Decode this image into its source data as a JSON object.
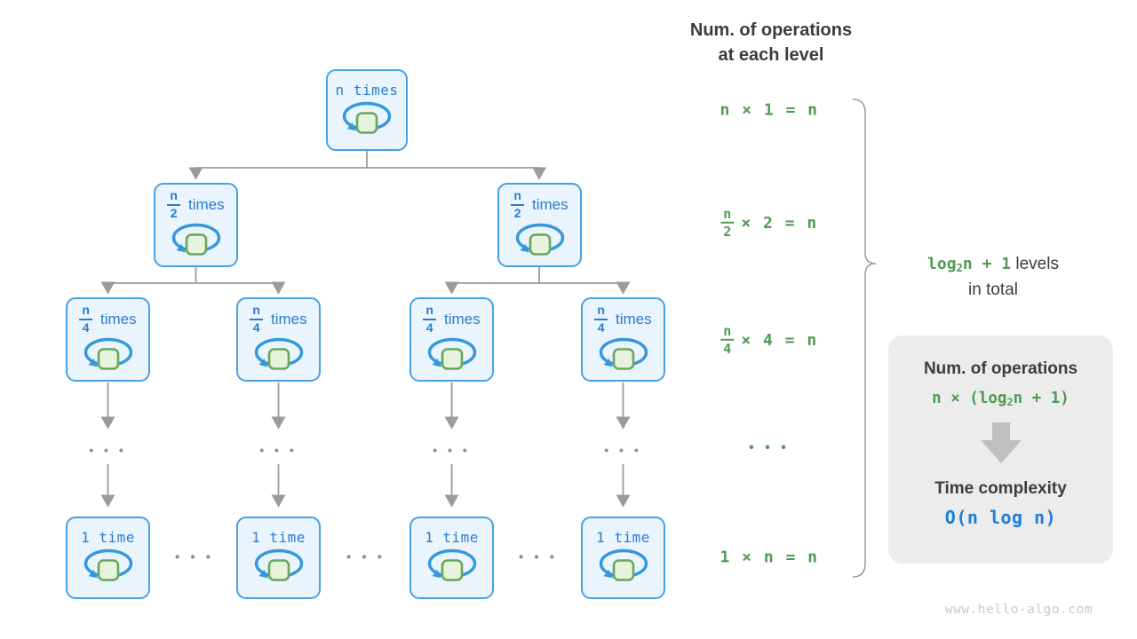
{
  "colors": {
    "node_border": "#47a1e3",
    "node_bg": "#eaf4fc",
    "node_text": "#2b7cd0",
    "loop_stroke": "#3598db",
    "square_fill": "#e7f3dd",
    "square_border": "#68a65d",
    "connector_gray": "#9b9b9b",
    "equation_green": "#4f9b55",
    "dark_text": "#3c3c3c",
    "complexity_blue": "#1b7fd8",
    "panel_bg": "#ececec",
    "watermark_gray": "#c9c9c9"
  },
  "tree": {
    "root": {
      "label": "n times"
    },
    "level2": [
      {
        "num": "n",
        "den": "2",
        "suffix": "times"
      },
      {
        "num": "n",
        "den": "2",
        "suffix": "times"
      }
    ],
    "level3": [
      {
        "num": "n",
        "den": "4",
        "suffix": "times"
      },
      {
        "num": "n",
        "den": "4",
        "suffix": "times"
      },
      {
        "num": "n",
        "den": "4",
        "suffix": "times"
      },
      {
        "num": "n",
        "den": "4",
        "suffix": "times"
      }
    ],
    "bottom": [
      {
        "label": "1 time"
      },
      {
        "label": "1 time"
      },
      {
        "label": "1 time"
      },
      {
        "label": "1 time"
      }
    ],
    "col_dots": "• • •",
    "row_dots": "• • •"
  },
  "operations": {
    "title_line1": "Num. of operations",
    "title_line2": "at each level",
    "eq1": "n × 1 = n",
    "eq2": {
      "num": "n",
      "den": "2",
      "rest": "× 2 = n"
    },
    "eq3": {
      "num": "n",
      "den": "4",
      "rest": "× 4 = n"
    },
    "dots": "• • •",
    "eq4": "1 × n = n"
  },
  "levels_note": {
    "formula_log": "log",
    "formula_sub": "2",
    "formula_rest": "n + 1",
    "text_line1": " levels",
    "text_line2": "in total"
  },
  "panel": {
    "title": "Num. of operations",
    "formula_log": "n × (log",
    "formula_sub": "2",
    "formula_rest": "n + 1)",
    "subtitle": "Time complexity",
    "complexity": "O(n log n)"
  },
  "watermark": "www.hello-algo.com"
}
